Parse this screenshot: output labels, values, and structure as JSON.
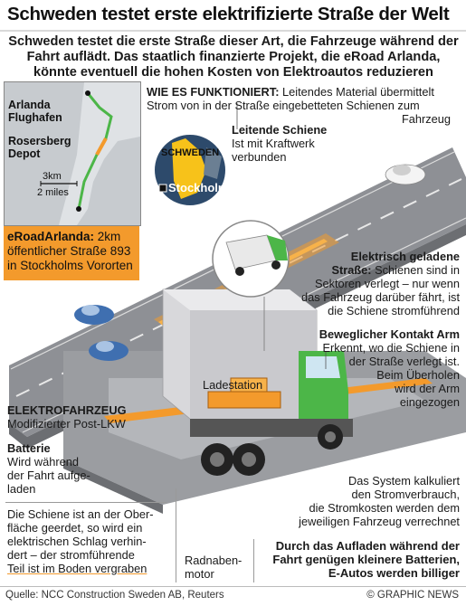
{
  "header": {
    "title": "Schweden testet erste elektrifizierte Straße der Welt",
    "subtitle": "Schweden testet die erste Straße dieser Art, die Fahrzeuge während der Fahrt auflädt. Das staatlich finanzierte Projekt, die eRoad Arlanda, könnte eventuell die hohen Kosten von Elektroautos reduzieren"
  },
  "map": {
    "label_airport_1": "Arlanda",
    "label_airport_2": "Flughafen",
    "label_depot_1": "Rosersberg",
    "label_depot_2": "Depot",
    "scale_km": "3km",
    "scale_miles": "2 miles"
  },
  "inset_map": {
    "country": "SCHWEDEN",
    "city": "Stockholm"
  },
  "callout": {
    "name": "eRoadArlanda:",
    "text1": " 2km",
    "text2": "öffentlicher Straße 893",
    "text3": "in Stockholms Vororten"
  },
  "how": {
    "heading": "WIE ES FUNKTIONIERT:",
    "line1": " Leitendes Material übermittelt",
    "line2": "Strom von in der Straße eingebetteten Schienen zum",
    "line3": "Fahrzeug"
  },
  "rail": {
    "heading": "Leitende Schiene",
    "line1": "Ist mit Kraftwerk",
    "line2": "verbunden"
  },
  "charged": {
    "heading1": "Elektrisch geladene",
    "heading2": "Straße:",
    "line1": " Schienen sind in",
    "line2": "Sektoren verlegt – nur wenn",
    "line3": "das Fahrzeug darüber fährt, ist",
    "line4": "die Schiene stromführend"
  },
  "arm": {
    "heading": "Beweglicher Kontakt Arm",
    "line1": "Erkennt, wo die Schiene in",
    "line2": "der Straße verlegt ist.",
    "line3": "Beim Überholen",
    "line4": "wird der Arm",
    "line5": "eingezogen"
  },
  "station": {
    "label": "Ladestation"
  },
  "vehicle": {
    "heading": "ELEKTROFAHRZEUG",
    "line1": "Modifizierter Post-LKW"
  },
  "battery": {
    "heading": "Batterie",
    "line1": "Wird während",
    "line2": "der Fahrt aufge-",
    "line3": "laden"
  },
  "ground": {
    "line1": "Die Schiene ist an der Ober-",
    "line2": "fläche geerdet, so wird ein",
    "line3": "elektrischen Schlag verhin-",
    "line4": "dert – der stromführende",
    "line5": "Teil ist im Boden vergraben"
  },
  "motor": {
    "line1": "Radnaben-",
    "line2": "motor"
  },
  "billing": {
    "line1": "Das System kalkuliert",
    "line2": "den Stromverbrauch,",
    "line3": "die Stromkosten werden dem",
    "line4": "jeweiligen Fahrzeug verrechnet"
  },
  "conclusion": {
    "line1": "Durch das Aufladen während der",
    "line2": "Fahrt genügen kleinere Batterien,",
    "line3": "E-Autos werden billiger"
  },
  "footer": {
    "source": "Quelle: NCC Construction Sweden AB, Reuters",
    "credit": "© GRAPHIC NEWS"
  },
  "colors": {
    "orange": "#f39a2c",
    "road": "#8e9095",
    "truck_green": "#4cb648",
    "car_blue": "#3f6fb0"
  }
}
